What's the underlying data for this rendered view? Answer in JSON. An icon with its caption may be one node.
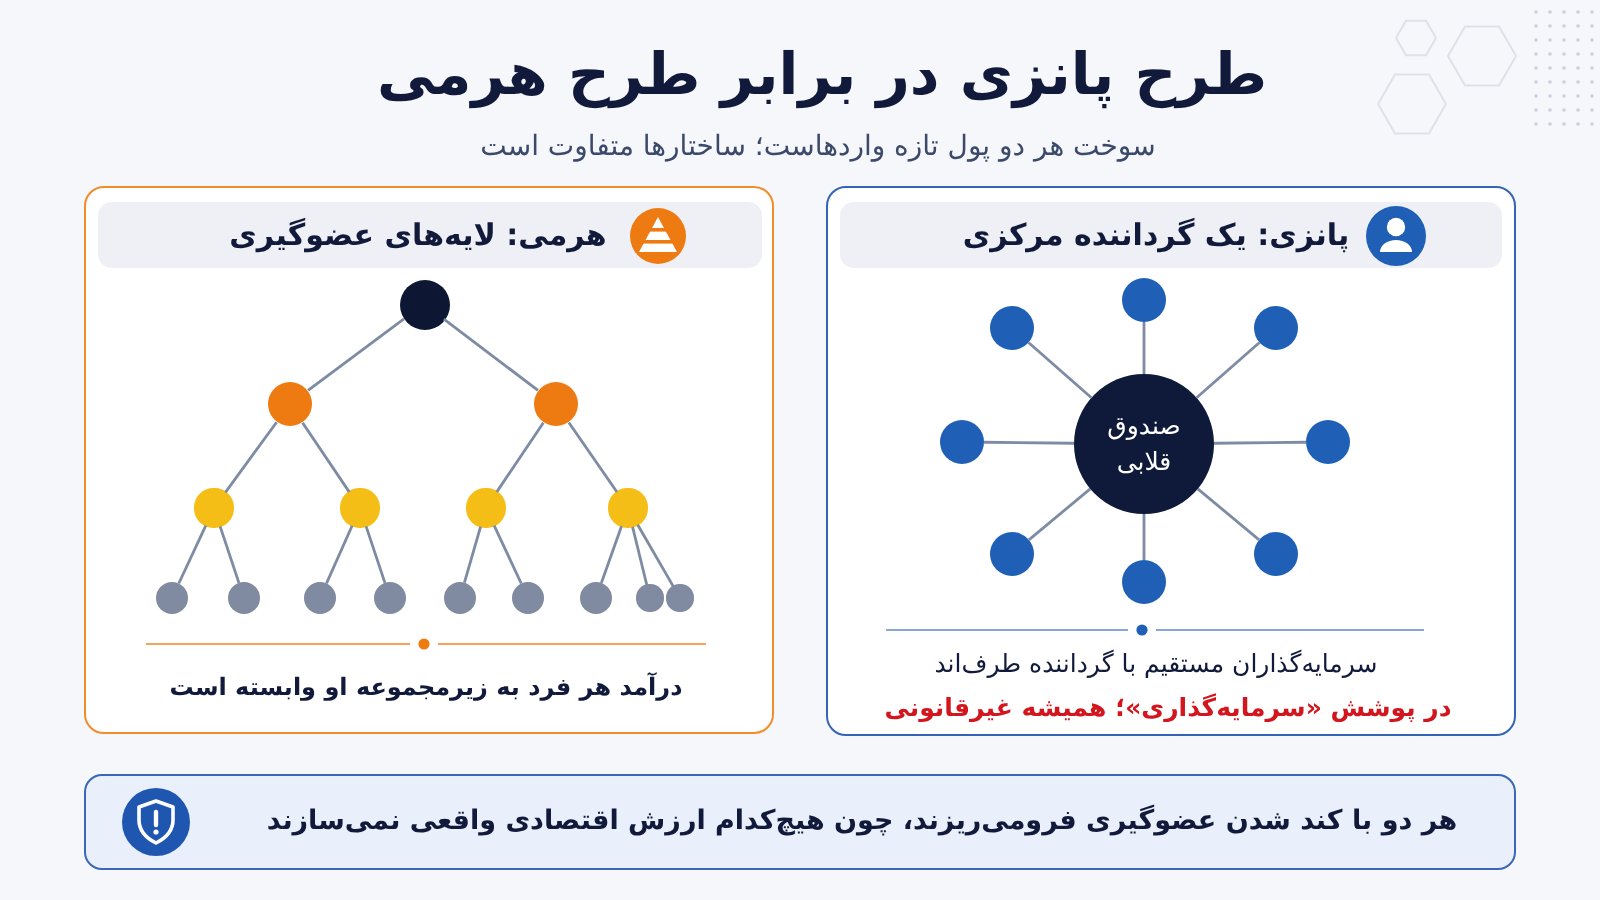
{
  "diagram": {
    "title": "طرح پانزی در برابر طرح هرمی",
    "nodes": [
      {
        "text": [
          "پانزی: یک گرداننده مرکزی",
          "سرمایه‌گذاران مستقیم با گرداننده طرف‌اند",
          "در پوشش «سرمایه‌گذاری»؛ همیشه غیرقانونی"
        ]
      },
      {
        "text": [
          "صندوق قلابی"
        ],
        "in": 0
      },
      {
        "text": [],
        "shape": "circle",
        "in": 0
      },
      {
        "text": [],
        "shape": "circle",
        "in": 0
      },
      {
        "text": [],
        "shape": "circle",
        "in": 0
      },
      {
        "text": [],
        "shape": "circle",
        "in": 0
      },
      {
        "text": [],
        "shape": "circle",
        "in": 0
      },
      {
        "text": [],
        "shape": "circle",
        "in": 0
      },
      {
        "text": [],
        "shape": "circle",
        "in": 0
      },
      {
        "text": [],
        "shape": "circle",
        "in": 0
      },
      {
        "text": [
          "هرمی: لایه‌های عضوگیری",
          "درآمد هر فرد به زیرمجموعه او وابسته است"
        ]
      },
      {
        "text": [],
        "shape": "circle",
        "in": 10
      },
      {
        "text": [],
        "shape": "circle",
        "in": 10
      },
      {
        "text": [],
        "shape": "circle",
        "in": 10
      },
      {
        "text": [],
        "shape": "circle",
        "in": 10
      },
      {
        "text": [],
        "shape": "circle",
        "in": 10
      },
      {
        "text": [],
        "shape": "circle",
        "in": 10
      },
      {
        "text": [],
        "shape": "circle",
        "in": 10
      },
      {
        "text": [],
        "shape": "circle",
        "in": 10
      },
      {
        "text": [],
        "shape": "circle",
        "in": 10
      },
      {
        "text": [],
        "shape": "circle",
        "in": 10
      },
      {
        "text": [],
        "shape": "circle",
        "in": 10
      },
      {
        "text": [],
        "shape": "circle",
        "in": 10
      },
      {
        "text": [],
        "shape": "circle",
        "in": 10
      },
      {
        "text": [],
        "shape": "circle",
        "in": 10
      },
      {
        "text": [],
        "shape": "circle",
        "in": 10
      },
      {
        "text": [],
        "shape": "circle",
        "in": 10
      },
      {
        "text": [
          "هر دو با کند شدن عضوگیری فرومی‌ریزند، چون هیچ‌کدام ارزش اقتصادی واقعی نمی‌سازند"
        ]
      }
    ],
    "edges": [
      {
        "from": 1,
        "to": 2,
        "arrow": "none"
      },
      {
        "from": 1,
        "to": 3,
        "arrow": "none"
      },
      {
        "from": 1,
        "to": 4,
        "arrow": "none"
      },
      {
        "from": 1,
        "to": 5,
        "arrow": "none"
      },
      {
        "from": 1,
        "to": 6,
        "arrow": "none"
      },
      {
        "from": 1,
        "to": 7,
        "arrow": "none"
      },
      {
        "from": 1,
        "to": 8,
        "arrow": "none"
      },
      {
        "from": 1,
        "to": 9,
        "arrow": "none"
      },
      {
        "from": 11,
        "to": 12,
        "arrow": "none"
      },
      {
        "from": 11,
        "to": 13,
        "arrow": "none"
      },
      {
        "from": 12,
        "to": 14,
        "arrow": "none"
      },
      {
        "from": 12,
        "to": 15,
        "arrow": "none"
      },
      {
        "from": 13,
        "to": 16,
        "arrow": "none"
      },
      {
        "from": 13,
        "to": 17,
        "arrow": "none"
      },
      {
        "from": 14,
        "to": 18,
        "arrow": "none"
      },
      {
        "from": 14,
        "to": 19,
        "arrow": "none"
      },
      {
        "from": 15,
        "to": 20,
        "arrow": "none"
      },
      {
        "from": 15,
        "to": 21,
        "arrow": "none"
      },
      {
        "from": 16,
        "to": 22,
        "arrow": "none"
      },
      {
        "from": 16,
        "to": 23,
        "arrow": "none"
      },
      {
        "from": 17,
        "to": 24,
        "arrow": "none"
      },
      {
        "from": 17,
        "to": 25,
        "arrow": "none"
      },
      {
        "from": 17,
        "to": 26,
        "arrow": "none"
      }
    ],
    "labels": [
      "سوخت هر دو پول تازه واردهاست؛ ساختارها متفاوت است"
    ]
  }
}
